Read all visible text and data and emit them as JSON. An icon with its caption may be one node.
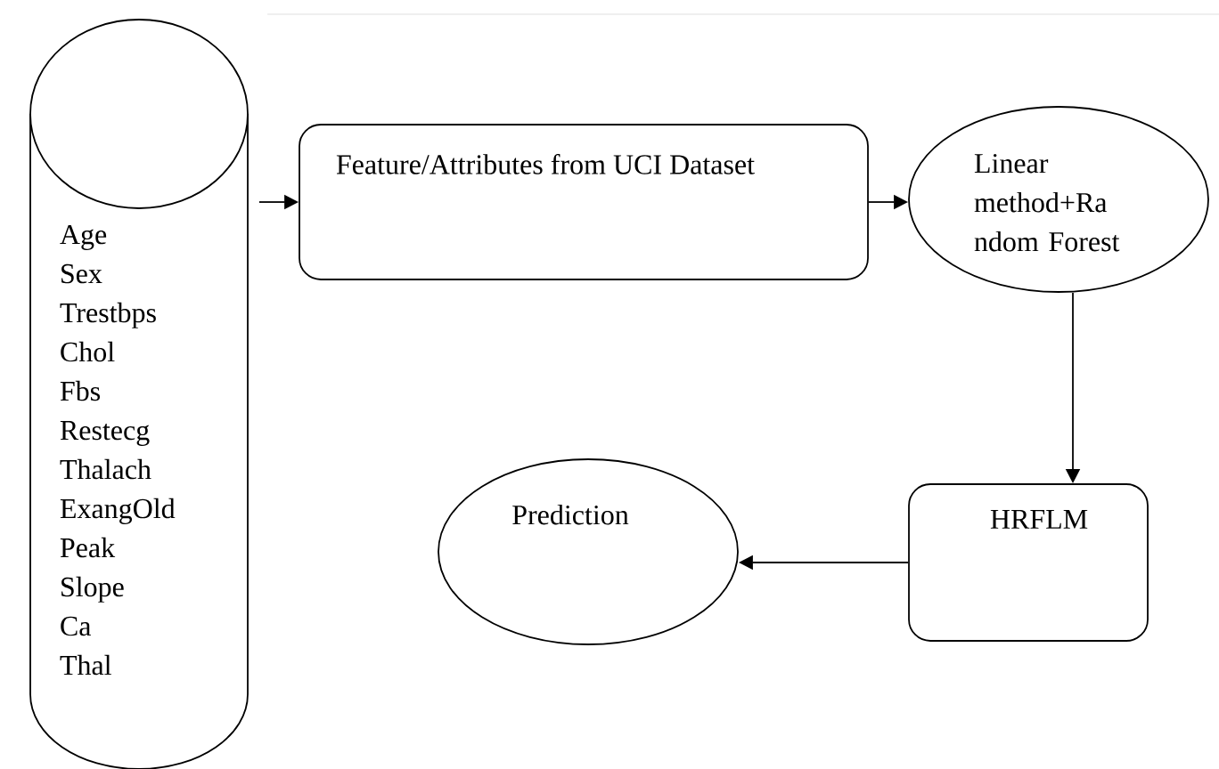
{
  "diagram": {
    "nodes": [
      {
        "text": [
          "Age",
          "Sex",
          "Trestbps",
          "Chol",
          "Fbs",
          "Restecg",
          "Thalach",
          "ExangOld",
          "Peak",
          "Slope",
          "Ca",
          "Thal"
        ]
      },
      {
        "text": [
          "Feature/Attributes from UCI Dataset"
        ]
      },
      {
        "text": [
          "Linear method+Ra ndom Forest"
        ]
      },
      {
        "text": [
          "HRFLM"
        ]
      },
      {
        "text": [
          "Prediction"
        ]
      }
    ],
    "edges": [
      {
        "from": 0,
        "to": 1,
        "arrow": "to"
      },
      {
        "from": 1,
        "to": 2,
        "arrow": "to"
      },
      {
        "from": 2,
        "to": 3,
        "arrow": "to"
      },
      {
        "from": 3,
        "to": 4,
        "arrow": "to"
      }
    ]
  }
}
